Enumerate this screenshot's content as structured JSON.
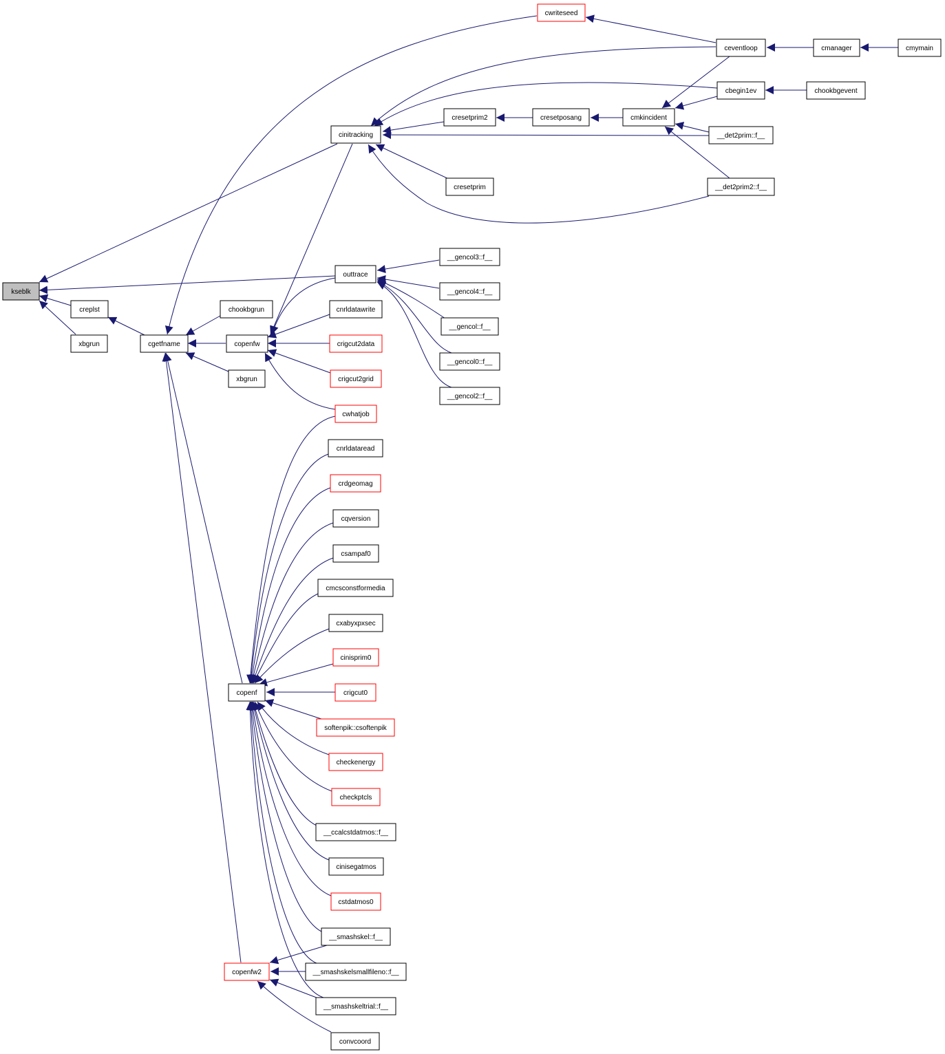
{
  "colors": {
    "edge": "#191970",
    "node_border_default": "#000000",
    "node_border_truncated": "#ff0000",
    "node_fill_focus": "#bfbfbf",
    "node_fill": "#ffffff"
  },
  "nodes": {
    "kseblk": "kseblk",
    "creplst": "creplst",
    "xbgrun": "xbgrun",
    "cgetfname": "cgetfname",
    "chookbgrun": "chookbgrun",
    "copenfw": "copenfw",
    "copenf": "copenf",
    "copenfw2": "copenfw2",
    "cinitracking": "cinitracking",
    "outtrace": "outtrace",
    "cnrldatawrite": "cnrldatawrite",
    "crigcut2data": "crigcut2data",
    "crigcut2grid": "crigcut2grid",
    "cwhatjob": "cwhatjob",
    "cnrldataread": "cnrldataread",
    "crdgeomag": "crdgeomag",
    "cqversion": "cqversion",
    "csampaf0": "csampaf0",
    "cmcsconstformedia": "cmcsconstformedia",
    "cxabyxpxsec": "cxabyxpxsec",
    "cinisprim0": "cinisprim0",
    "crigcut0": "crigcut0",
    "softenpik_csoftenpik": "softenpik::csoftenpik",
    "checkenergy": "checkenergy",
    "checkptcls": "checkptcls",
    "ccalcstdatmos": "__ccalcstdatmos::f__",
    "cinisegatmos": "cinisegatmos",
    "cstdatmos0": "cstdatmos0",
    "smashskel": "__smashskel::f__",
    "smashskelsmallfileno": "__smashskelsmallfileno::f__",
    "smashskeltrial": "__smashskeltrial::f__",
    "convcoord": "convcoord",
    "cwriteseed": "cwriteseed",
    "cresetprim2": "cresetprim2",
    "cresetprim": "cresetprim",
    "cresetposang": "cresetposang",
    "cmkincident": "cmkincident",
    "ceventloop": "ceventloop",
    "cbegin1ev": "cbegin1ev",
    "det2prim": "__det2prim::f__",
    "det2prim2": "__det2prim2::f__",
    "cmanager": "cmanager",
    "cmymain": "cmymain",
    "chookbgevent": "chookbgevent",
    "gencol3": "__gencol3::f__",
    "gencol4": "__gencol4::f__",
    "gencol": "__gencol::f__",
    "gencol0": "__gencol0::f__",
    "gencol2": "__gencol2::f__"
  }
}
